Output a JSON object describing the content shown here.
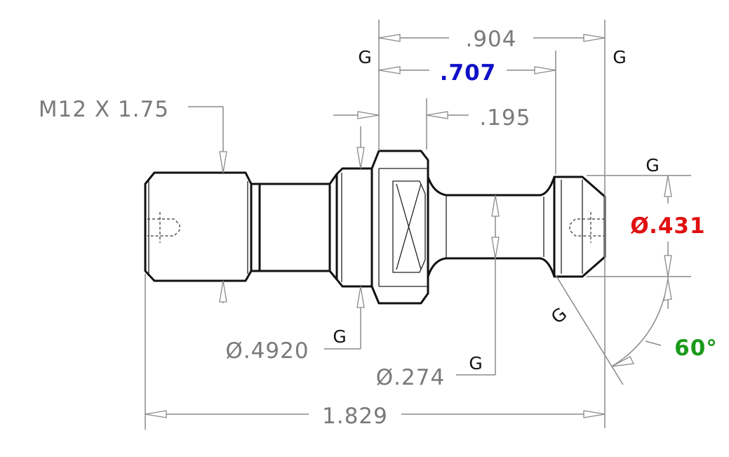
{
  "dimensions": {
    "overall_length": ".904",
    "gauge_length": ".707",
    "flange_width": ".195",
    "thread_spec": "M12 X 1.75",
    "diameter_4920": "Ø.4920",
    "diameter_274": "Ø.274",
    "diameter_431": "Ø.431",
    "total_length": "1.829",
    "angle": "60°"
  },
  "gauge_marks": {
    "g1": "G",
    "g2": "G",
    "g3": "G",
    "g4": "G",
    "g5": "G",
    "g6": "G"
  },
  "colors": {
    "gauge_length": "#1010c8",
    "diameter_431": "#e01010",
    "angle": "#1a9a1a",
    "dimension_gray": "#7a7a7a"
  }
}
